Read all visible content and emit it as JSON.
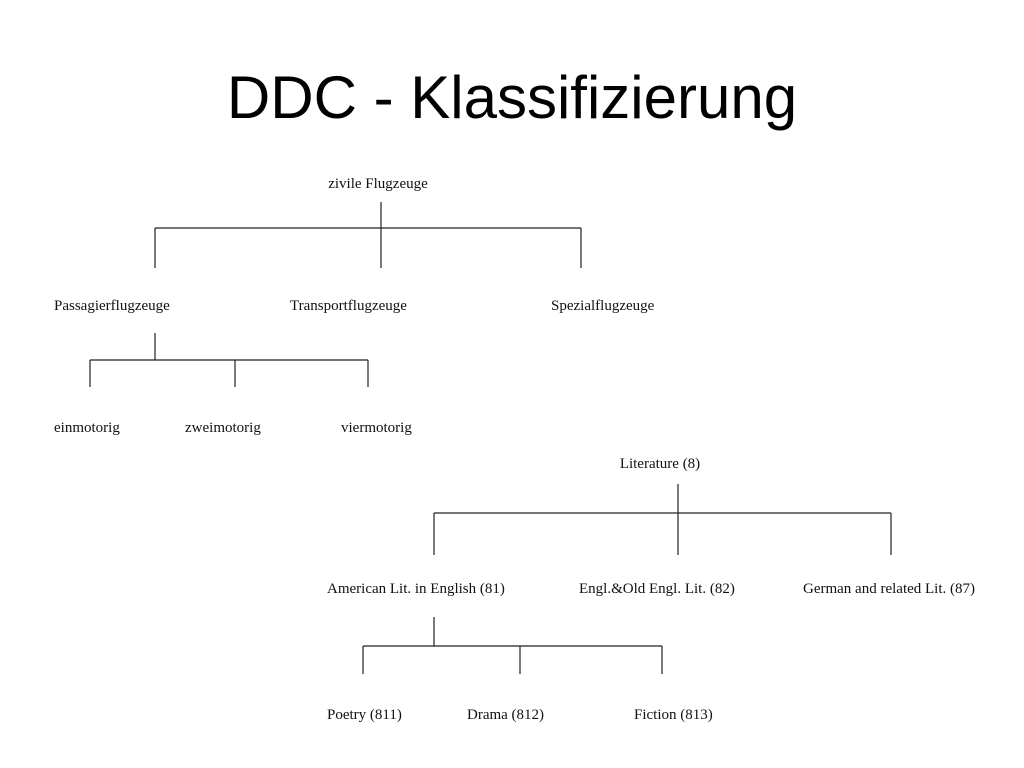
{
  "title": "DDC - Klassifizierung",
  "tree1": {
    "root": "zivile Flugzeuge",
    "level1": [
      "Passagierflugzeuge",
      "Transportflugzeuge",
      "Spezialflugzeuge"
    ],
    "level2": [
      "einmotorig",
      "zweimotorig",
      "viermotorig"
    ]
  },
  "tree2": {
    "root": "Literature (8)",
    "level1": [
      "American Lit. in English (81)",
      "Engl.&Old Engl. Lit. (82)",
      "German and related Lit. (87)"
    ],
    "level2": [
      "Poetry (811)",
      "Drama (812)",
      "Fiction (813)"
    ]
  }
}
